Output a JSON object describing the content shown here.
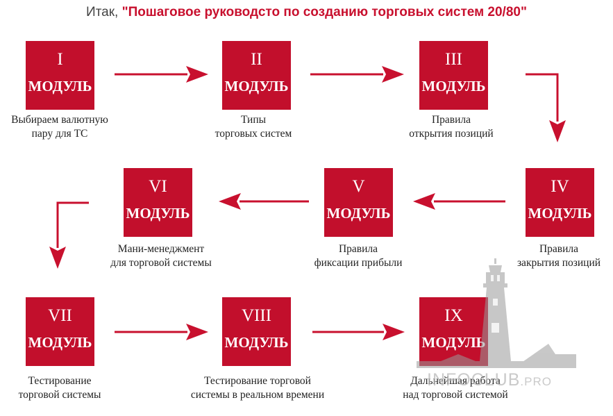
{
  "header": {
    "intro": "Итак,",
    "title": "\"Пошаговое руководсто по созданию торговых систем 20/80\""
  },
  "modules": [
    {
      "numeral": "I",
      "word": "МОДУЛЬ",
      "caption": [
        "Выбираем валютную",
        "пару для ТС"
      ]
    },
    {
      "numeral": "II",
      "word": "МОДУЛЬ",
      "caption": [
        "Типы",
        "торговых систем"
      ]
    },
    {
      "numeral": "III",
      "word": "МОДУЛЬ",
      "caption": [
        "Правила",
        "открытия позиций"
      ]
    },
    {
      "numeral": "IV",
      "word": "МОДУЛЬ",
      "caption": [
        "Правила",
        "закрытия позиций"
      ]
    },
    {
      "numeral": "V",
      "word": "МОДУЛЬ",
      "caption": [
        "Правила",
        "фиксации прибыли"
      ]
    },
    {
      "numeral": "VI",
      "word": "МОДУЛЬ",
      "caption": [
        "Мани-менеджмент",
        "для торговой системы"
      ]
    },
    {
      "numeral": "VII",
      "word": "МОДУЛЬ",
      "caption": [
        "Тестирование",
        "торговой системы"
      ]
    },
    {
      "numeral": "VIII",
      "word": "МОДУЛЬ",
      "caption": [
        "Тестирование торговой",
        "системы в реальном времени"
      ]
    },
    {
      "numeral": "IX",
      "word": "МОДУЛЬ",
      "caption": [
        "Дальнейшая работа",
        "над торговой системой"
      ]
    }
  ],
  "watermark": {
    "main": "INFOCLUB",
    "suffix": ".PRO"
  },
  "colors": {
    "module": "#c20f2c",
    "arrow": "#c8102e",
    "title": "#c8102e"
  }
}
